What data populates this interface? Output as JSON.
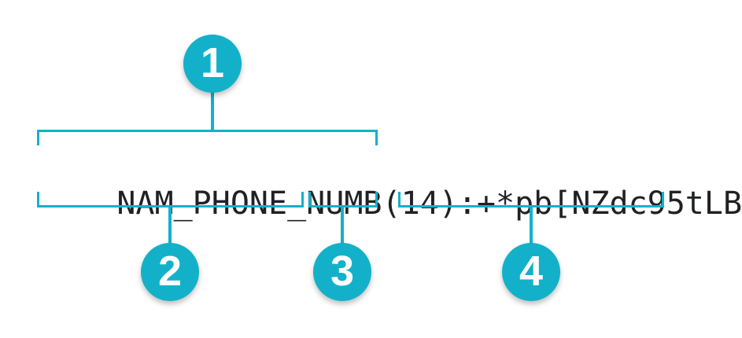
{
  "colors": {
    "accent": "#12b1c9",
    "token_text": "#202124",
    "callout_number": "#ffffff",
    "background": "#ffffff"
  },
  "token": {
    "text": "NAM_PHONE_NUMB(14):+*pb[NZdc95tLB",
    "segments": {
      "name": "NAM_PHONE_NUMB",
      "length": "(14)",
      "separator": ":",
      "value": "+*pb[NZdc95tLB"
    }
  },
  "callouts": [
    {
      "number": "1"
    },
    {
      "number": "2"
    },
    {
      "number": "3"
    },
    {
      "number": "4"
    }
  ]
}
